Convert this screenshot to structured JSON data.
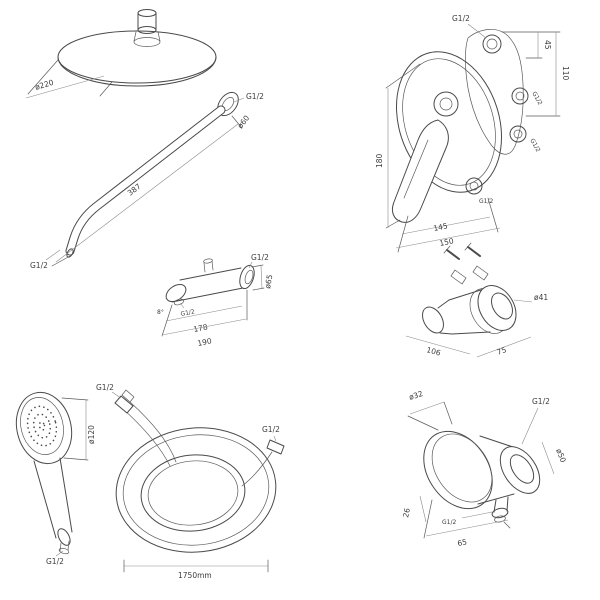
{
  "sheet": {
    "background": "#ffffff",
    "line_color": "#4a4a4a",
    "dim_color": "#8a8a8a",
    "text_color": "#3c3c3c"
  },
  "labels": {
    "overhead_shower": {
      "diameter": "ø220",
      "thread_top": "G1/2",
      "arm_diameter": "ø60",
      "arm_length": "387",
      "thread_end": "G1/2"
    },
    "spout": {
      "thread_wall": "G1/2",
      "diameter": "ø65",
      "angle": "8°",
      "thread_bottom": "G1/2",
      "length_inner": "178",
      "length_outer": "190"
    },
    "mixer": {
      "thread_top": "G1/2",
      "dim_45": "45",
      "dim_110": "110",
      "dim_180": "180",
      "dim_145": "145",
      "dim_150": "150",
      "thread_side_upper": "G1/2",
      "thread_side_lower": "G1/2",
      "thread_bottom": "G1/2"
    },
    "bracket": {
      "length": "106",
      "depth": "75",
      "diameter": "ø41"
    },
    "hand_shower": {
      "diameter": "ø120",
      "thread": "G1/2"
    },
    "hose": {
      "thread_a": "G1/2",
      "thread_b": "G1/2",
      "length": "1750mm"
    },
    "wall_outlet": {
      "diameter_top": "ø32",
      "thread_top": "G1/2",
      "diameter_right": "ø50",
      "dim_26": "26",
      "dim_65": "65",
      "thread_center": "G1/2"
    }
  }
}
